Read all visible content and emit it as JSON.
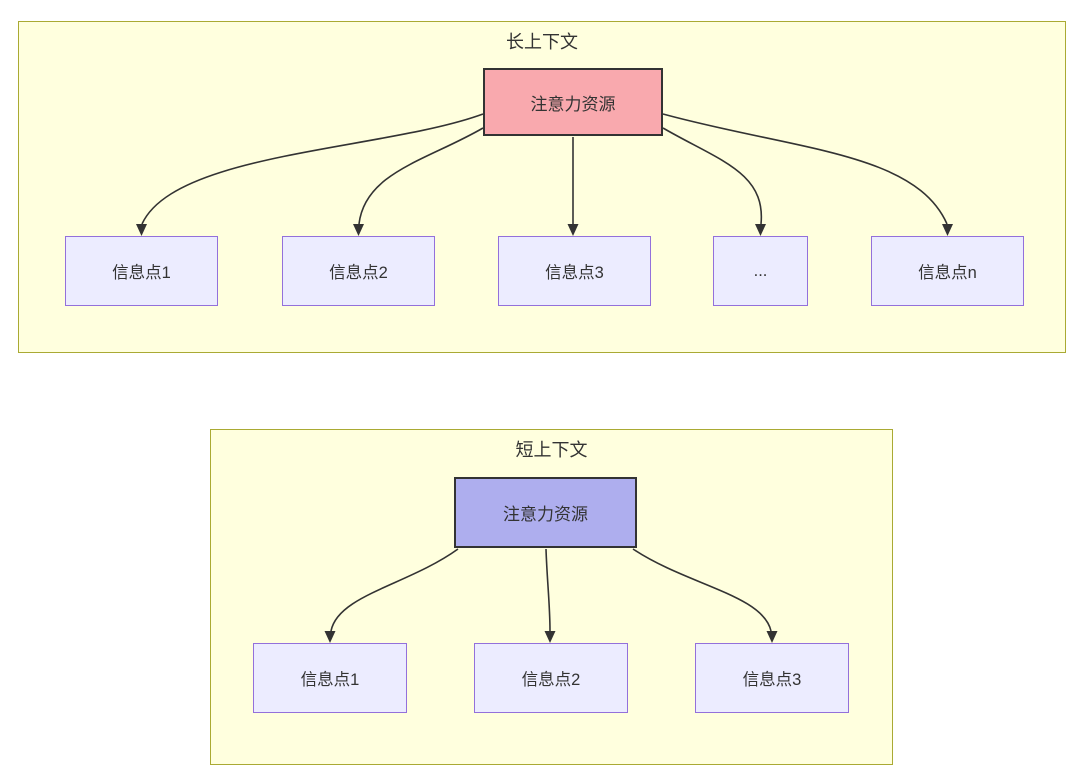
{
  "diagram": {
    "long_context": {
      "title": "长上下文",
      "attention_node": "注意力资源",
      "info_nodes": [
        "信息点1",
        "信息点2",
        "信息点3",
        "...",
        "信息点n"
      ]
    },
    "short_context": {
      "title": "短上下文",
      "attention_node": "注意力资源",
      "info_nodes": [
        "信息点1",
        "信息点2",
        "信息点3"
      ]
    }
  },
  "colors": {
    "container-fill": "#ffffde",
    "container-border": "#aaaa33",
    "node-fill": "#ececff",
    "node-border": "#9370db",
    "attention-long-fill": "#f9a9ae",
    "attention-short-fill": "#aeaeee",
    "attention-border": "#333333",
    "arrow": "#333333",
    "text": "#333333"
  }
}
